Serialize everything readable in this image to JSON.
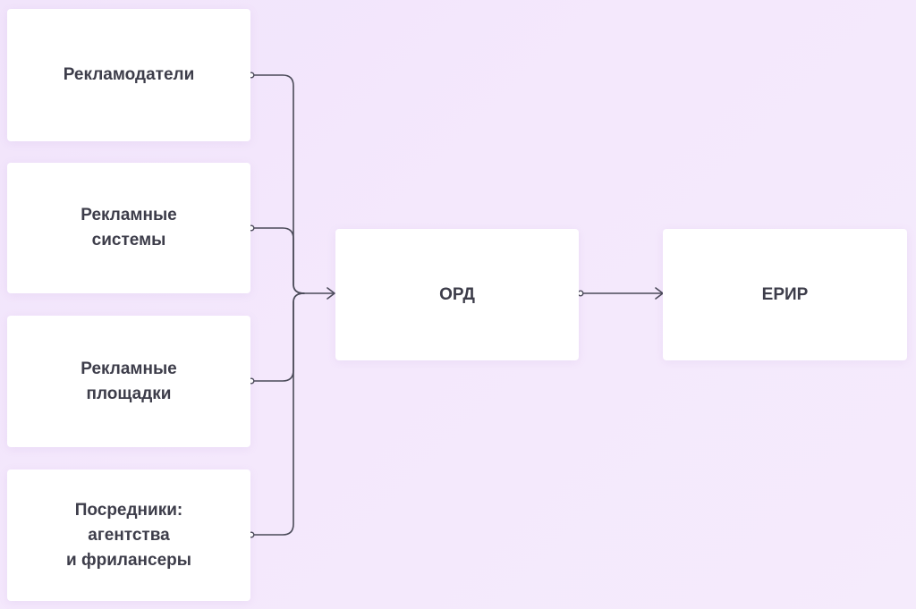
{
  "nodes": {
    "advertisers": "Рекламодатели",
    "ad_systems": "Рекламные\nсистемы",
    "ad_platforms": "Рекламные\nплощадки",
    "intermediaries": "Посредники:\nагентства\nи фрилансеры",
    "ord": "ОРД",
    "erir": "ЕРИР"
  },
  "colors": {
    "background": "#f3e7fc",
    "box": "#ffffff",
    "text": "#3d3d4a",
    "line": "#4a4a58"
  }
}
